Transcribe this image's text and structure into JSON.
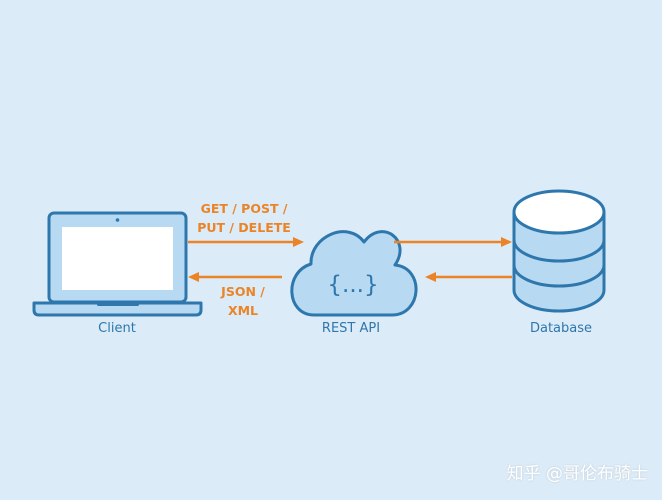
{
  "nodes": {
    "client": {
      "label": "Client"
    },
    "api": {
      "label": "REST API",
      "symbol": "{...}"
    },
    "database": {
      "label": "Database"
    }
  },
  "edges": {
    "request": {
      "line1": "GET / POST /",
      "line2": "PUT / DELETE"
    },
    "response": {
      "line1": "JSON /",
      "line2": "XML"
    }
  },
  "watermark": "知乎 @哥伦布骑士",
  "colors": {
    "background": "#dcebf8",
    "outline": "#2e77ad",
    "fill": "#b7d9f2",
    "screen": "#ffffff",
    "arrow": "#ea8427"
  }
}
